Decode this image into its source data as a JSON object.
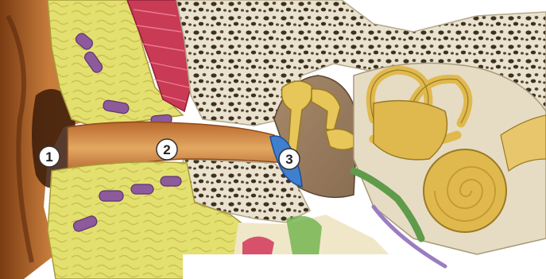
{
  "diagram": {
    "markers": [
      {
        "id": "1",
        "label": "1"
      },
      {
        "id": "2",
        "label": "2"
      },
      {
        "id": "3",
        "label": "3"
      }
    ]
  },
  "colors": {
    "background": "#ffffff",
    "skin": "#c47a3c",
    "skin_dark": "#6b3512",
    "cartilage": "#e3e070",
    "cartilage_vein": "#8d5a9c",
    "canal": "#d99a55",
    "bone": "#e9e2cf",
    "bone_holes": "#4a3a28",
    "eardrum": "#3f7fd0",
    "ossicles": "#e7c65a",
    "cochlea": "#e0b94e",
    "muscle": "#c93a55",
    "marker_fill": "#ffffff",
    "marker_text": "#222222"
  }
}
